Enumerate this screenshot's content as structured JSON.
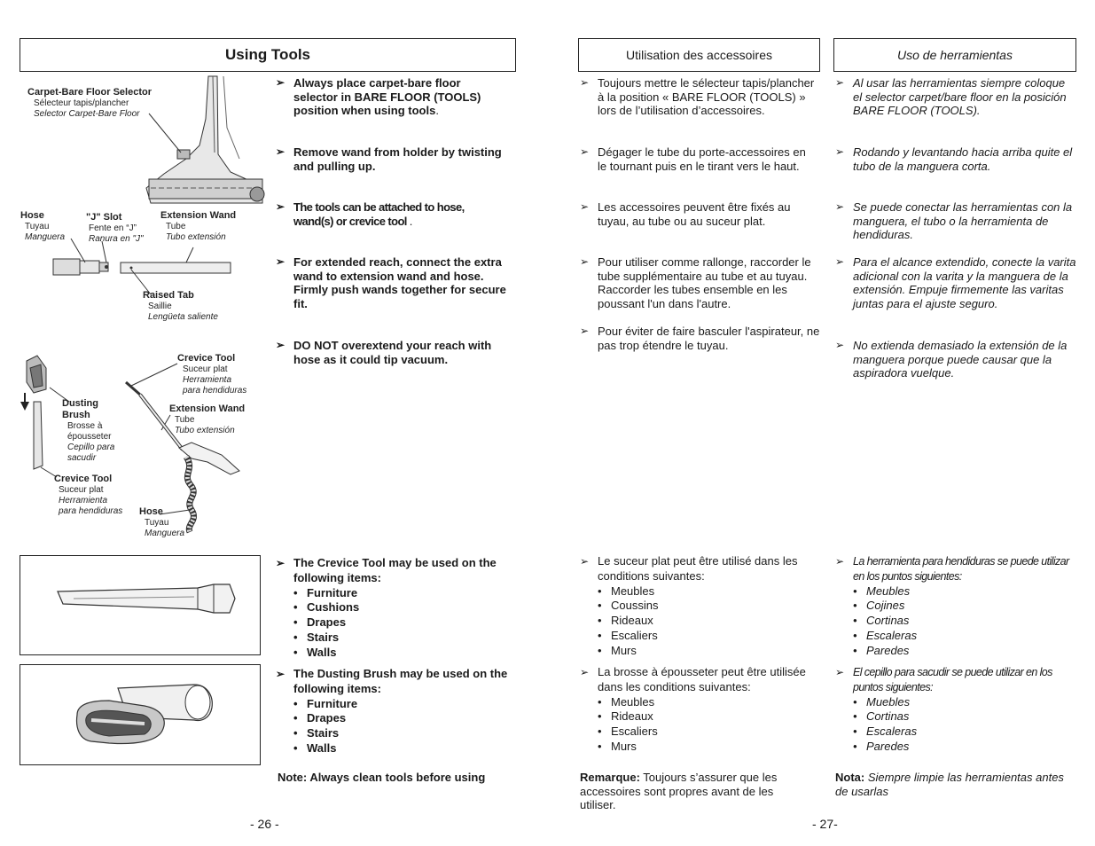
{
  "headers": {
    "en": "Using Tools",
    "fr": "Utilisation des accessoires",
    "es": "Uso de herramientas"
  },
  "figure1_labels": {
    "selector": {
      "title": "Carpet-Bare Floor Selector",
      "fr": "Sélecteur tapis/plancher",
      "es": "Selector Carpet-Bare Floor"
    },
    "hose": {
      "title": "Hose",
      "fr": "Tuyau",
      "es": "Manguera"
    },
    "jslot": {
      "title": "\"J\" Slot",
      "fr": "Fente en “J”",
      "es": "Ranura en \"J\""
    },
    "ext_wand": {
      "title": "Extension Wand",
      "fr": "Tube",
      "es": "Tubo extensión"
    },
    "raised_tab": {
      "title": "Raised Tab",
      "fr": "Saillie",
      "es": "Lengüeta saliente"
    }
  },
  "figure2_labels": {
    "crevice_right": {
      "title": "Crevice Tool",
      "fr": "Suceur plat",
      "es1": "Herramienta",
      "es2": "para hendiduras"
    },
    "dusting": {
      "title1": "Dusting",
      "title2": "Brush",
      "fr1": "Brosse à",
      "fr2": "épousseter",
      "es1": "Cepillo para",
      "es2": "sacudir"
    },
    "ext_wand": {
      "title": "Extension Wand",
      "fr": "Tube",
      "es": "Tubo extensión"
    },
    "crevice_left": {
      "title": "Crevice Tool",
      "fr": "Suceur plat",
      "es1": "Herramienta",
      "es2": "para hendiduras"
    },
    "hose": {
      "title": "Hose",
      "fr": "Tuyau",
      "es": "Manguera"
    }
  },
  "en": {
    "b1": "Always place carpet-bare floor selector in BARE FLOOR (TOOLS) position when using tools",
    "b1_end": ".",
    "b2": "Remove wand from holder by twisting and pulling up.",
    "b3": "The tools can be attached to hose, wand(s) or crevice tool",
    "b3_end": " .",
    "b4": "For extended reach, connect the extra wand to extension wand and hose. Firmly push wands together for secure fit.",
    "b5": "DO NOT overextend your reach with hose as it could tip vacuum.",
    "b6": "The Crevice Tool may be used on the following items:",
    "b6_items": [
      "Furniture",
      "Cushions",
      "Drapes",
      "Stairs",
      "Walls"
    ],
    "b7": "The Dusting Brush may be used on the following items:",
    "b7_items": [
      "Furniture",
      "Drapes",
      "Stairs",
      "Walls"
    ],
    "note": "Note:  Always clean tools before using"
  },
  "fr": {
    "b1": "Toujours mettre le sélecteur tapis/plancher à la position « BARE FLOOR (TOOLS) » lors de l’utilisation d’accessoires.",
    "b2": "Dégager le tube du porte-accessoires en le tournant puis en le tirant vers le haut.",
    "b3": "Les accessoires peuvent être fixés au tuyau, au tube ou au suceur plat.",
    "b4": "Pour utiliser comme rallonge, raccorder le tube supplémentaire au tube et au tuyau.  Raccorder les tubes ensemble en les poussant l'un dans l'autre.",
    "b5": "Pour éviter de faire basculer l'aspirateur, ne pas trop étendre le tuyau.",
    "b6": "Le suceur plat peut être utilisé dans les conditions suivantes:",
    "b6_items": [
      "Meubles",
      "Coussins",
      "Rideaux",
      "Escaliers",
      "Murs"
    ],
    "b7": "La brosse à épousseter peut être utilisée dans les conditions suivantes:",
    "b7_items": [
      "Meubles",
      "Rideaux",
      "Escaliers",
      "Murs"
    ],
    "note_label": "Remarque:",
    "note": "  Toujours s’assurer que les accessoires sont propres avant de les utiliser."
  },
  "es": {
    "b1": "Al usar las herramientas siempre coloque el selector carpet/bare floor en la posición BARE FLOOR (TOOLS).",
    "b2": "Rodando y levantando hacia arriba quite el tubo de la manguera corta.",
    "b3": "Se puede conectar las herramientas con la manguera, el tubo o la herramienta de hendiduras.",
    "b4": "Para el alcance extendido, conecte la varita adicional con la varita y la manguera de la extensión. Empuje firmemente las varitas juntas para el ajuste seguro.",
    "b5": "No extienda demasiado la extensión de la manguera porque puede causar que la aspiradora vuelque.",
    "b6": "La herramienta para hendiduras se puede utilizar en los puntos siguientes:",
    "b6_items": [
      "Meubles",
      "Cojines",
      "Cortinas",
      "Escaleras",
      "Paredes"
    ],
    "b7": "El cepillo para sacudir se puede utilizar en los puntos siguientes:",
    "b7_items": [
      "Muebles",
      "Cortinas",
      "Escaleras",
      "Paredes"
    ],
    "note_label": "Nota:",
    "note": "  Siempre limpie las herramientas antes de usarlas"
  },
  "bullet_glyph": "➢",
  "page_numbers": {
    "left": "- 26 -",
    "right": "- 27-"
  }
}
